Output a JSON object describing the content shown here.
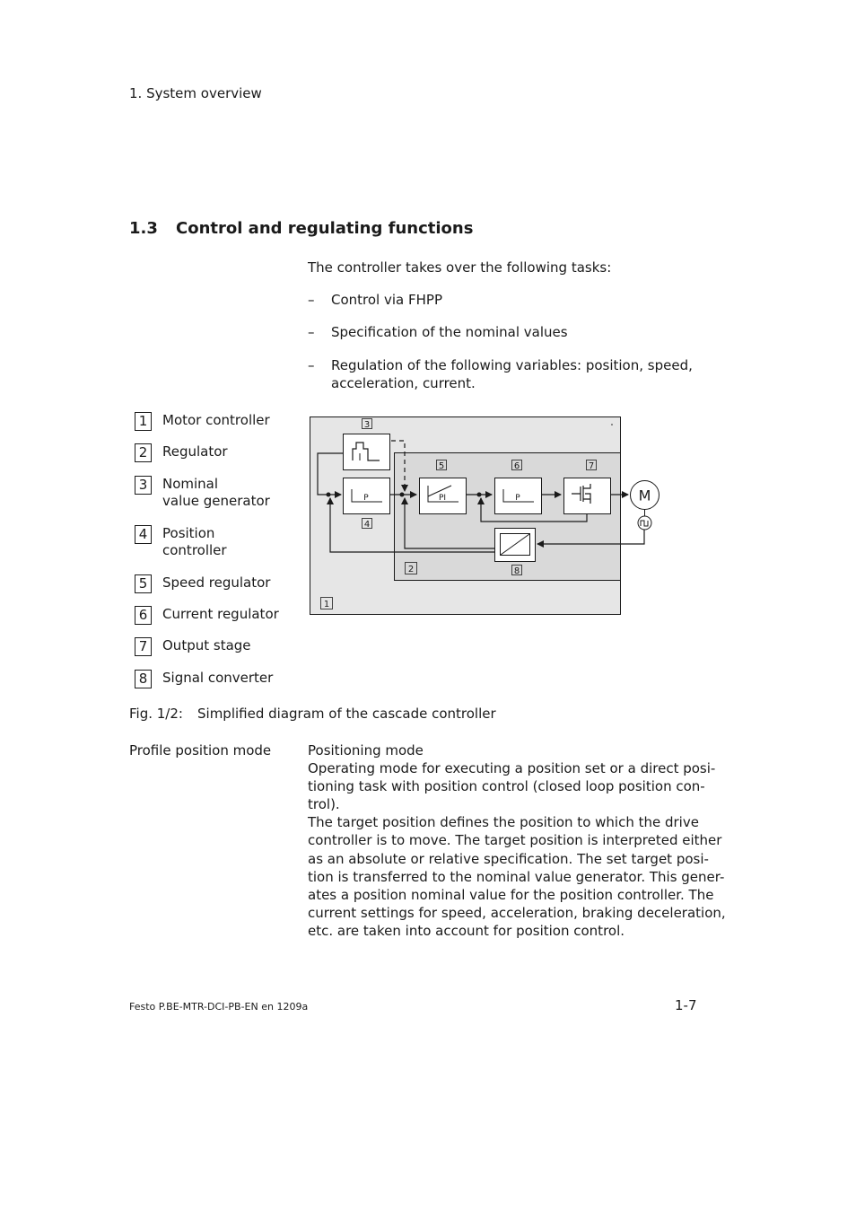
{
  "header": {
    "running_head": "1.  System overview"
  },
  "section": {
    "number": "1.3",
    "title": "Control and regulating functions"
  },
  "intro": "The controller takes over the following tasks:",
  "tasks": [
    {
      "dash": "–",
      "lines": [
        "Control via FHPP"
      ]
    },
    {
      "dash": "–",
      "lines": [
        "Specification of the nominal values"
      ]
    },
    {
      "dash": "–",
      "lines": [
        "Regulation of the following variables: position, speed,",
        "acceleration, current."
      ]
    }
  ],
  "legend": [
    {
      "num": "1",
      "lines": [
        "Motor controller"
      ]
    },
    {
      "num": "2",
      "lines": [
        "Regulator"
      ]
    },
    {
      "num": "3",
      "lines": [
        "Nominal",
        "value generator"
      ]
    },
    {
      "num": "4",
      "lines": [
        "Position",
        "controller"
      ]
    },
    {
      "num": "5",
      "lines": [
        "Speed regulator"
      ]
    },
    {
      "num": "6",
      "lines": [
        "Current regulator"
      ]
    },
    {
      "num": "7",
      "lines": [
        "Output stage"
      ]
    },
    {
      "num": "8",
      "lines": [
        "Signal converter"
      ]
    }
  ],
  "diagram": {
    "callouts": [
      "1",
      "2",
      "3",
      "4",
      "5",
      "6",
      "7",
      "8"
    ],
    "block_labels": {
      "position": "P",
      "speed": "PI",
      "current": "P"
    },
    "motor_label": "M"
  },
  "figure": {
    "number": "Fig. 1/2:",
    "caption": "Simplified diagram of the cascade controller"
  },
  "definition": {
    "term": "Profile position mode",
    "lines": [
      "Positioning mode",
      "Operating mode for executing a position set or a direct posi-",
      "tioning task with position control (closed loop position con-",
      "trol).",
      "The target position defines the position to which the drive",
      "controller is to move. The target position is interpreted either",
      "as an absolute or relative specification. The set target posi-",
      "tion is transferred to the nominal value generator. This gener-",
      "ates a position nominal value for the position controller. The",
      "current settings for speed, acceleration, braking deceleration,",
      "etc. are taken into account for position control."
    ]
  },
  "footer": {
    "doc_id": "Festo P.BE-MTR-DCI-PB-EN  en 1209a",
    "page": "1-7"
  }
}
